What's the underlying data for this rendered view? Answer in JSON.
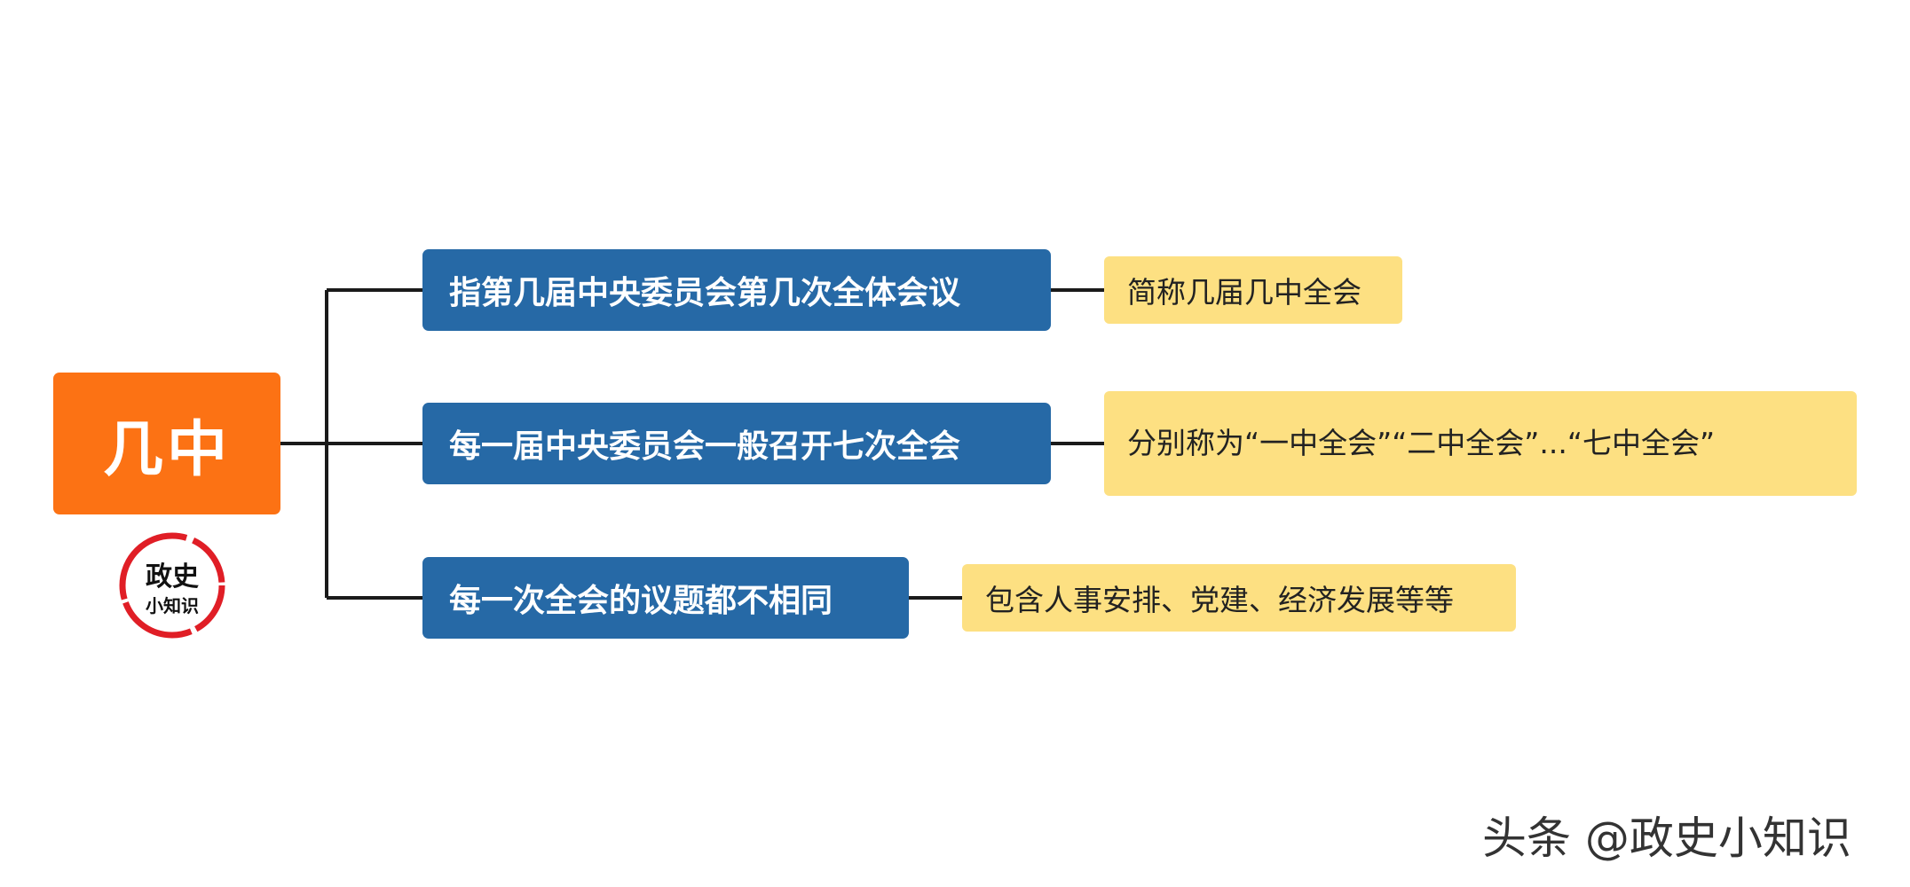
{
  "diagram": {
    "root": {
      "label": "几中",
      "color": "#fc7214"
    },
    "branches": [
      {
        "label": "指第几届中央委员会第几次全体会议",
        "note": "简称几届几中全会"
      },
      {
        "label": "每一届中央委员会一般召开七次全会",
        "note": "分别称为“一中全会”“二中全会”...“七中全会”"
      },
      {
        "label": "每一次全会的议题都不相同",
        "note": "包含人事安排、党建、经济发展等等"
      }
    ],
    "branch_color": "#2669a6",
    "note_color": "#fde082"
  },
  "seal": {
    "line1": "政史",
    "line2": "小知识",
    "ring_color": "#e01e26"
  },
  "watermark": {
    "text": "头条 @政史小知识"
  }
}
